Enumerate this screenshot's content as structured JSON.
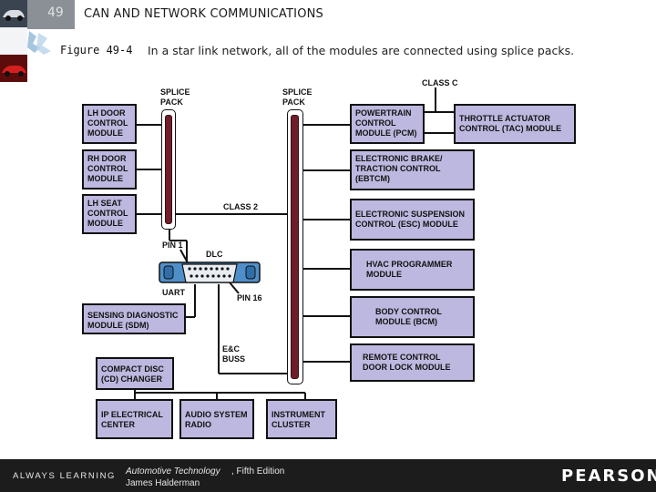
{
  "header": {
    "chapter_number": "49",
    "chapter_title": "CAN AND NETWORK COMMUNICATIONS",
    "figure_label": "Figure 49-4",
    "caption": "In a star link network, all of the modules are connected using splice packs."
  },
  "diagram": {
    "left_splice_label": [
      "SPLICE",
      "PACK"
    ],
    "right_splice_label": [
      "SPLICE",
      "PACK"
    ],
    "class_c_label": "CLASS C",
    "class_2_label": "CLASS 2",
    "pin1_label": "PIN 1",
    "dlc_label": "DLC",
    "uart_label": "UART",
    "pin16_label": "PIN 16",
    "ec_buss_label": [
      "E&C",
      "BUSS"
    ],
    "left_modules": [
      [
        "LH DOOR",
        "CONTROL",
        "MODULE"
      ],
      [
        "RH DOOR",
        "CONTROL",
        "MODULE"
      ],
      [
        "LH SEAT",
        "CONTROL",
        "MODULE"
      ]
    ],
    "sdm": [
      "SENSING DIAGNOSTIC",
      "MODULE (SDM)"
    ],
    "cd_changer": [
      "COMPACT DISC",
      "(CD) CHANGER"
    ],
    "bottom_modules": [
      [
        "IP ELECTRICAL",
        "CENTER"
      ],
      [
        "AUDIO SYSTEM",
        "RADIO"
      ],
      [
        "INSTRUMENT",
        "CLUSTER"
      ]
    ],
    "right_modules": [
      [
        "POWERTRAIN",
        "CONTROL",
        "MODULE (PCM)"
      ],
      [
        "ELECTRONIC BRAKE/",
        "TRACTION CONTROL",
        "(EBTCM)"
      ],
      [
        "ELECTRONIC SUSPENSION",
        "CONTROL (ESC) MODULE"
      ],
      [
        "HVAC PROGRAMMER",
        "MODULE"
      ],
      [
        "BODY CONTROL",
        "MODULE (BCM)"
      ],
      [
        "REMOTE CONTROL",
        "DOOR LOCK MODULE"
      ]
    ],
    "tac_module": [
      "THROTTLE ACTUATOR",
      "CONTROL (TAC) MODULE"
    ],
    "colors": {
      "module_fill": "#bdb8df",
      "splice_fill": "#6e1e2a",
      "dlc_fill": "#4f8fc9"
    }
  },
  "footer": {
    "tagline": "ALWAYS LEARNING",
    "book_title": "Automotive Technology",
    "book_edition": ", Fifth Edition",
    "author": "James Halderman",
    "publisher": "PEARSON"
  }
}
